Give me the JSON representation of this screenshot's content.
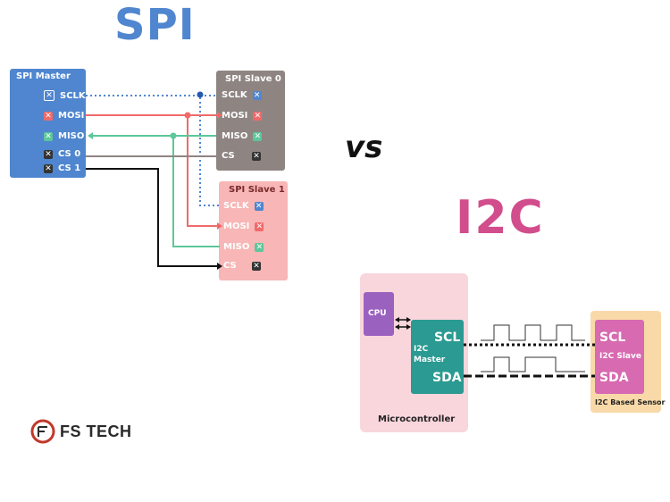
{
  "titles": {
    "spi": "SPI",
    "vs": "vs",
    "i2c": "I2C"
  },
  "spi": {
    "master": {
      "title": "SPI Master",
      "pins": [
        {
          "label": "SCLK",
          "icon_color": "#4f86cf"
        },
        {
          "label": "MOSI",
          "icon_color": "#f06a6a"
        },
        {
          "label": "MISO",
          "icon_color": "#5cc79a"
        },
        {
          "label": "CS 0",
          "icon_color": "#333333"
        },
        {
          "label": "CS 1",
          "icon_color": "#333333"
        }
      ]
    },
    "slave0": {
      "title": "SPI Slave 0",
      "pins": [
        {
          "label": "SCLK",
          "icon_color": "#4f86cf"
        },
        {
          "label": "MOSI",
          "icon_color": "#f06a6a"
        },
        {
          "label": "MISO",
          "icon_color": "#5cc79a"
        },
        {
          "label": "CS",
          "icon_color": "#333333"
        }
      ]
    },
    "slave1": {
      "title": "SPI Slave 1",
      "pins": [
        {
          "label": "SCLK",
          "icon_color": "#4f86cf"
        },
        {
          "label": "MOSI",
          "icon_color": "#f06a6a"
        },
        {
          "label": "MISO",
          "icon_color": "#5cc79a"
        },
        {
          "label": "CS",
          "icon_color": "#333333"
        }
      ]
    }
  },
  "i2c": {
    "cpu": "CPU",
    "master_label": "I2C\nMaster",
    "scl": "SCL",
    "sda": "SDA",
    "microcontroller": "Microcontroller",
    "slave_label": "I2C Slave",
    "sensor": "I2C Based Sensor"
  },
  "logo": {
    "text": "FS TECH"
  },
  "colors": {
    "spi_blue": "#4f86cf",
    "slave0_gray": "#8e8583",
    "slave1_pink": "#f8b6b6",
    "mosi_red": "#f06a6a",
    "miso_green": "#5cc79a",
    "i2c_pink": "#d24d8c",
    "microcontroller_bg": "#f9d5dc",
    "teal": "#2a9a92",
    "cpu_purple": "#9b61bf",
    "sensor_bg": "#f9d9a8",
    "slave_magenta": "#d76ab0"
  }
}
